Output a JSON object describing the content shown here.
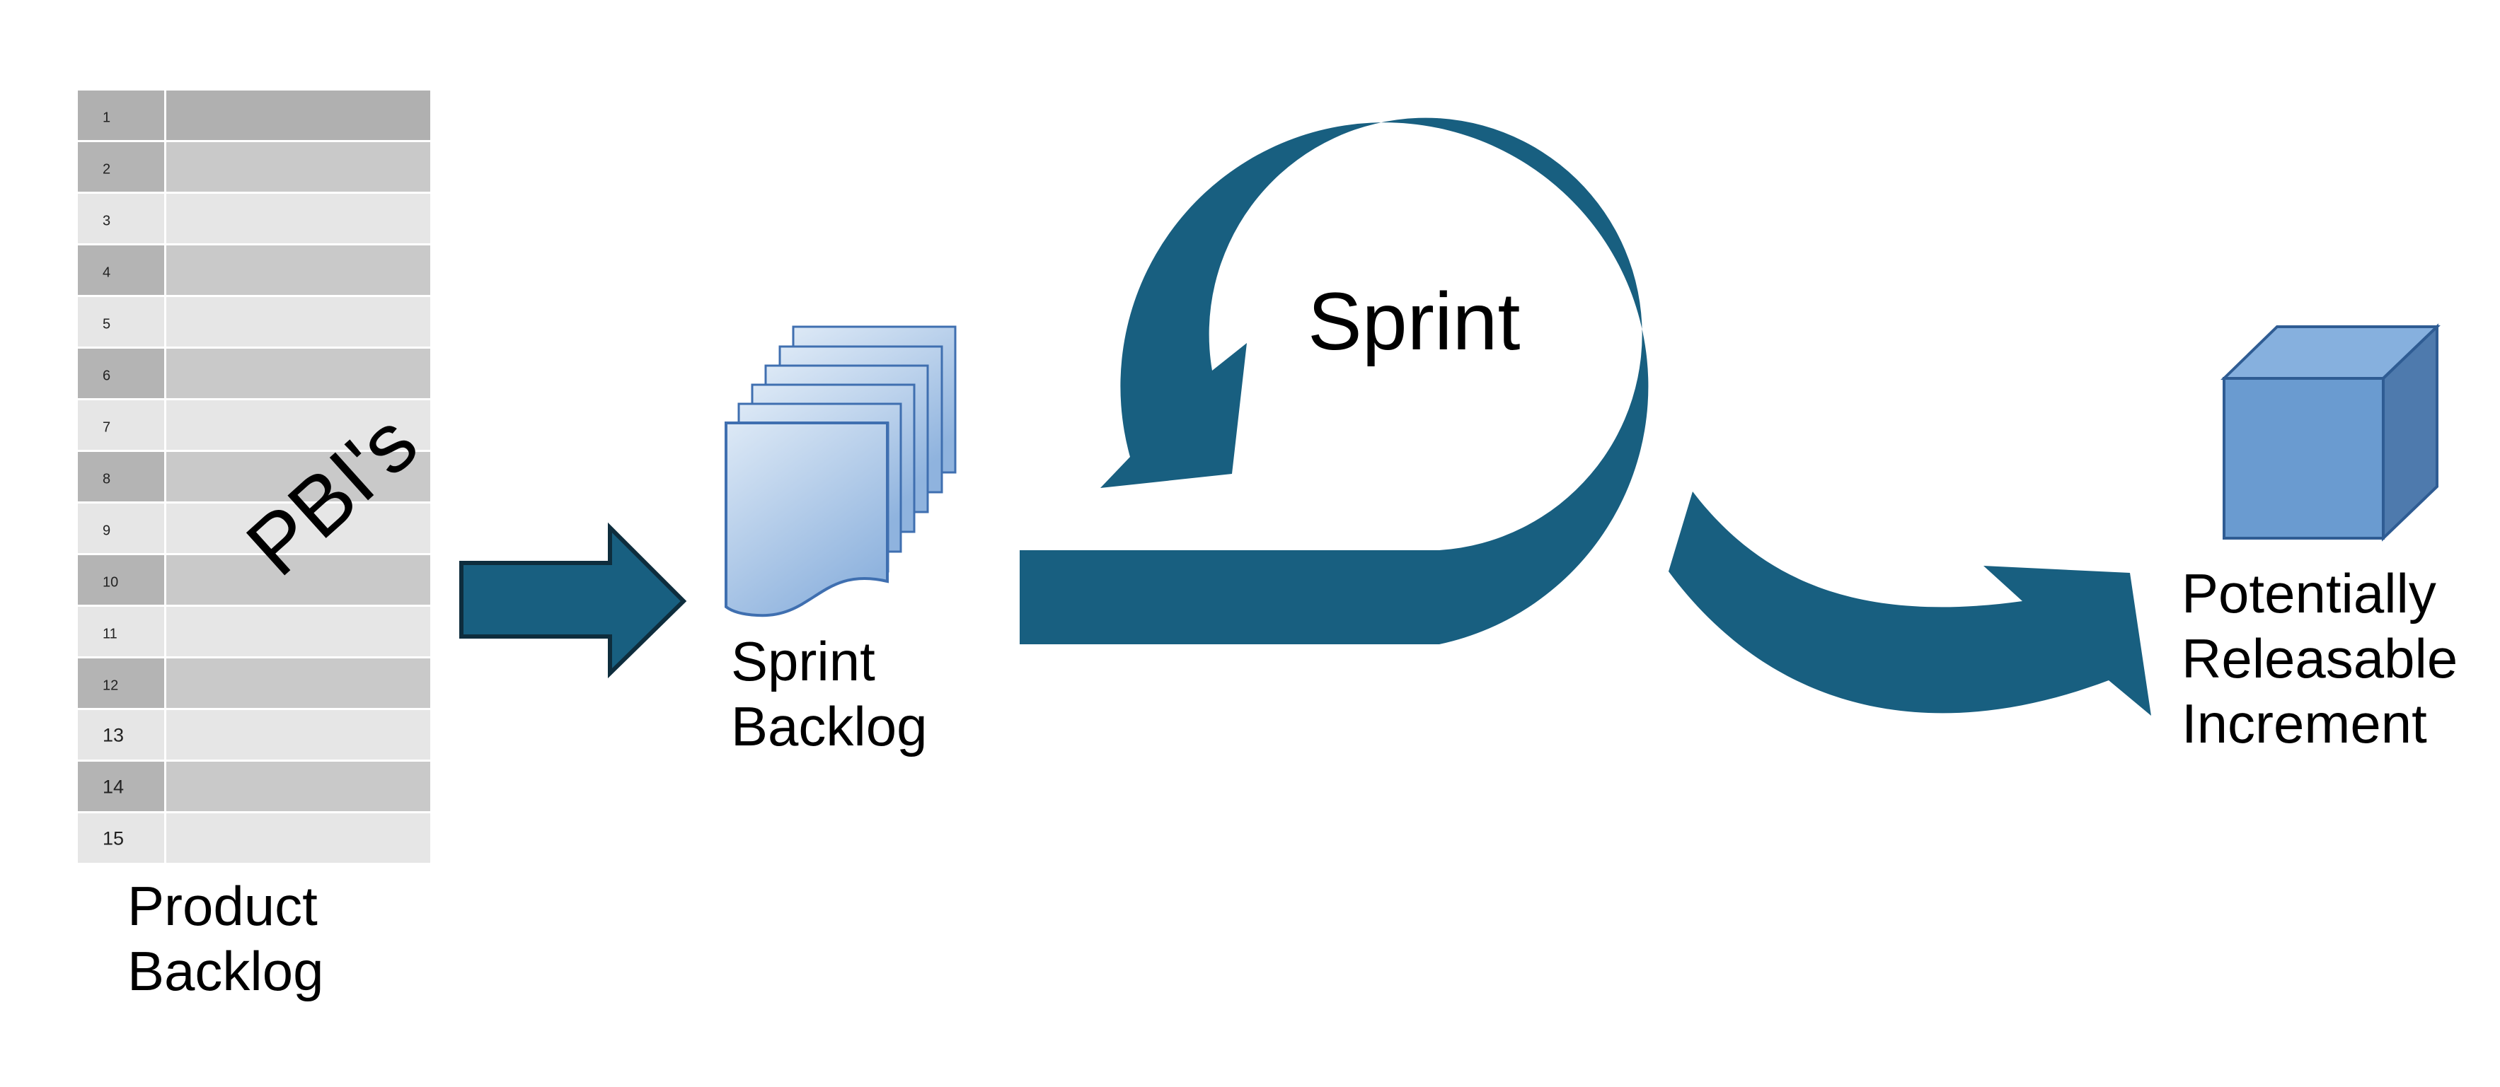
{
  "diagram": {
    "product_backlog": {
      "label_line1": "Product",
      "label_line2": "Backlog",
      "overlay_text": "PBI's",
      "rows": [
        "1",
        "2",
        "3",
        "4",
        "5",
        "6",
        "7",
        "8",
        "9",
        "10",
        "11",
        "12",
        "13",
        "14",
        "15"
      ]
    },
    "sprint_backlog": {
      "label_line1": "Sprint",
      "label_line2": "Backlog"
    },
    "sprint": {
      "label": "Sprint"
    },
    "increment": {
      "label_line1": "Potentially",
      "label_line2": "Releasable",
      "label_line3": "Increment"
    }
  },
  "colors": {
    "arrow": "#185f80",
    "arrow_outline": "#0e2d3d",
    "row_dark": "#c9c9c9",
    "row_light": "#e6e6e6",
    "row_header": "#b0b0b0",
    "number_col": "#b4b4b4",
    "page_fill_top": "#dde9f6",
    "page_fill_bottom": "#8fb3de",
    "page_stroke": "#3f6fb0",
    "cube_front": "#6a9bd0",
    "cube_top": "#86b0de",
    "cube_side": "#4e7aad",
    "cube_stroke": "#2f5c93"
  }
}
